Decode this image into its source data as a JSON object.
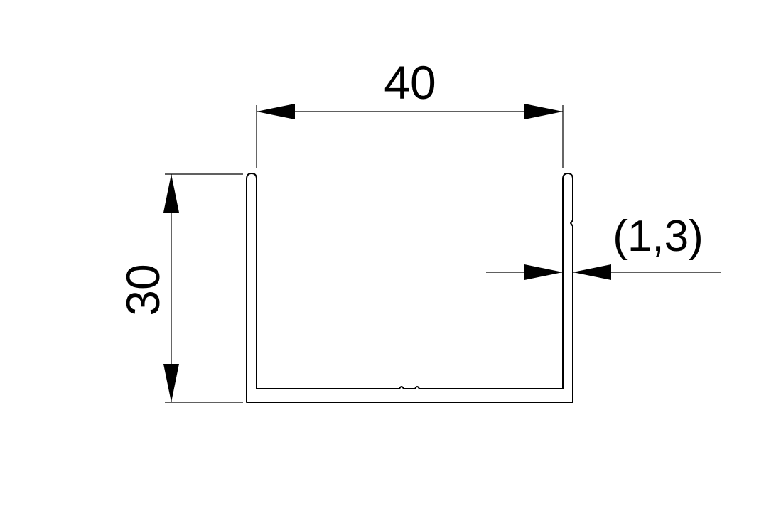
{
  "dimensions": {
    "width": "40",
    "height": "30",
    "thickness": "(1,3)"
  },
  "colors": {
    "line": "#000000",
    "background": "#ffffff"
  }
}
